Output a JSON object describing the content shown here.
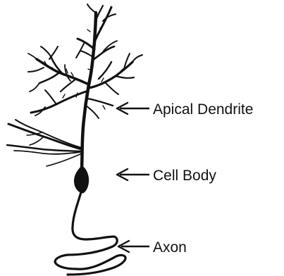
{
  "diagram": {
    "labels": {
      "apical_dendrite": "Apical Dendrite",
      "cell_body": "Cell Body",
      "axon": "Axon"
    }
  },
  "colors": {
    "ink": "#111111",
    "background": "#ffffff"
  }
}
